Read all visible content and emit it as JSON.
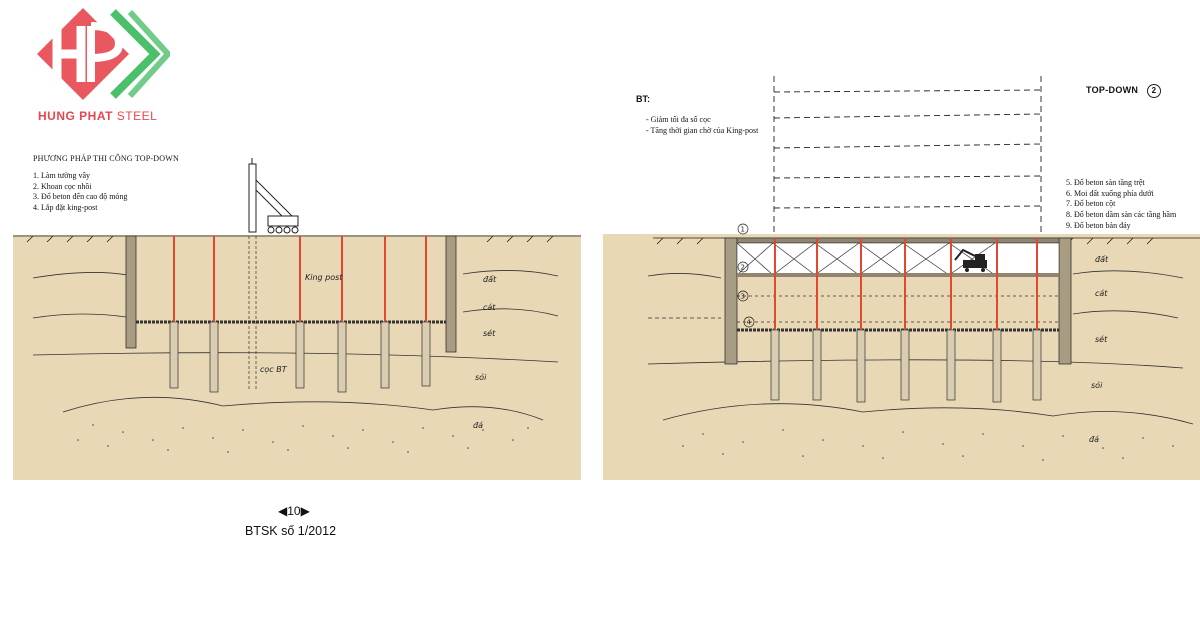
{
  "brand": {
    "name_part1": "HUNG PHAT",
    "name_part2": "STEEL",
    "logo_letters": "HP",
    "colors": {
      "red": "#e8464e",
      "green": "#4cbf6a"
    }
  },
  "left_panel": {
    "heading": "PHƯƠNG PHÁP THI CÔNG TOP-DOWN",
    "steps": [
      "1. Làm tường vây",
      "2. Khoan cọc nhồi",
      "3. Đổ beton đến cao độ móng",
      "4. Lắp đặt king-post"
    ],
    "labels": {
      "kingpost": "King post",
      "pile": "cọc BT",
      "soil1": "đất",
      "soil2": "cát",
      "soil3": "sét",
      "soil4": "sỏi",
      "soil5": "đá"
    }
  },
  "right_panel": {
    "bt_label": "BT:",
    "goals": [
      "- Giảm tối đa số cọc",
      "- Tăng thời gian chờ của King-post"
    ],
    "title": "TOP-DOWN",
    "title_num": "2",
    "steps": [
      "5. Đổ beton sàn tầng trệt",
      "6. Moi đất xuống phía dưới",
      "7. Đổ beton cột",
      "8. Đổ beton dầm sàn các tầng hầm",
      "9. Đổ beton bản đáy"
    ],
    "level_marks": [
      "1",
      "2",
      "3",
      "4"
    ],
    "labels": {
      "soil1": "đất",
      "soil2": "cát",
      "soil3": "sét",
      "soil4": "sỏi",
      "soil5": "đá"
    }
  },
  "pager": {
    "prev": "◀",
    "page": "10",
    "next": "▶"
  },
  "caption": "BTSK số 1/2012",
  "colors": {
    "soil": "#e8d8b5",
    "kingpost": "#e0492e",
    "wall": "#a89c82",
    "frame_fill": "#ffffff"
  }
}
